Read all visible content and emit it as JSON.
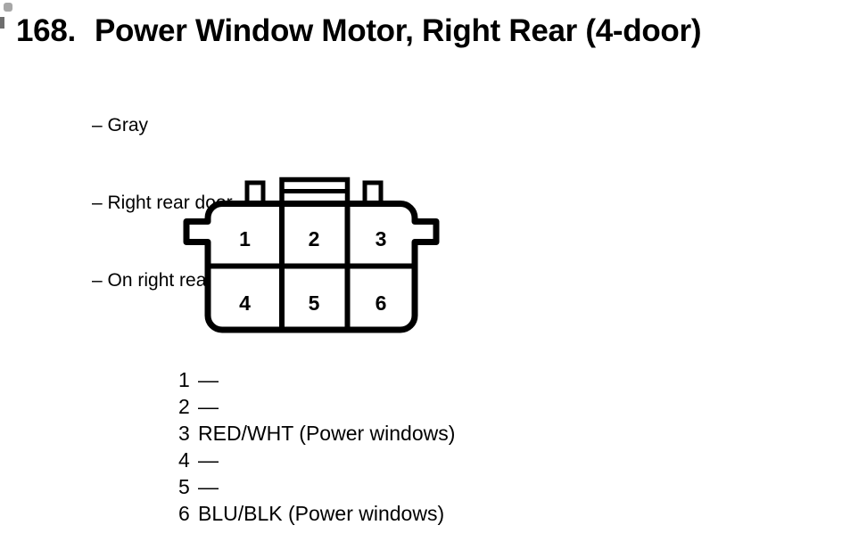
{
  "document": {
    "background": "#ffffff",
    "ink": "#000000"
  },
  "header": {
    "index": "168.",
    "title": "Power Window Motor, Right Rear (4-door)"
  },
  "notes": {
    "items": [
      "– Gray",
      "– Right rear door",
      "– On right rear door wire harness"
    ]
  },
  "connector": {
    "cells": [
      "1",
      "2",
      "3",
      "4",
      "5",
      "6"
    ]
  },
  "pinout": {
    "rows": [
      {
        "pin": "1",
        "wire": "—"
      },
      {
        "pin": "2",
        "wire": "—"
      },
      {
        "pin": "3",
        "wire": "RED/WHT (Power windows)"
      },
      {
        "pin": "4",
        "wire": "—"
      },
      {
        "pin": "5",
        "wire": "—"
      },
      {
        "pin": "6",
        "wire": "BLU/BLK (Power windows)"
      }
    ]
  }
}
